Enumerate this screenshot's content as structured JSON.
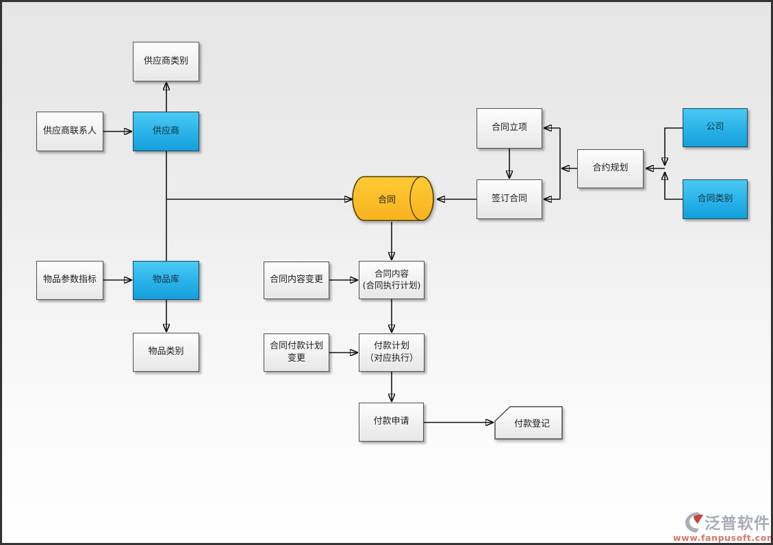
{
  "diagram": {
    "nodes": {
      "supplier_category": {
        "label": "供应商类别",
        "shape": "rect",
        "style": "plain"
      },
      "supplier_contact": {
        "label": "供应商联系人",
        "shape": "rect",
        "style": "plain"
      },
      "supplier": {
        "label": "供应商",
        "shape": "rect",
        "style": "blue"
      },
      "item_params": {
        "label": "物品参数指标",
        "shape": "rect",
        "style": "plain"
      },
      "item_library": {
        "label": "物品库",
        "shape": "rect",
        "style": "blue"
      },
      "item_category": {
        "label": "物品类别",
        "shape": "rect",
        "style": "plain"
      },
      "contract": {
        "label": "合同",
        "shape": "cylinder",
        "style": "datastore"
      },
      "contract_initiation": {
        "label": "合同立项",
        "shape": "rect",
        "style": "plain"
      },
      "contract_signing": {
        "label": "签订合同",
        "shape": "rect",
        "style": "plain"
      },
      "contract_planning": {
        "label": "合约规划",
        "shape": "rect",
        "style": "plain"
      },
      "company": {
        "label": "公司",
        "shape": "rect",
        "style": "blue"
      },
      "contract_category": {
        "label": "合同类别",
        "shape": "rect",
        "style": "blue"
      },
      "contract_content_change": {
        "label": "合同内容变更",
        "shape": "rect",
        "style": "plain"
      },
      "contract_content": {
        "label": "合同内容\n(合同执行计划)",
        "shape": "rect",
        "style": "plain"
      },
      "payment_plan_change": {
        "label": "合同付款计划\n变更",
        "shape": "rect",
        "style": "plain"
      },
      "payment_plan": {
        "label": "付款计划\n（对应执行）",
        "shape": "rect",
        "style": "plain"
      },
      "payment_request": {
        "label": "付款申请",
        "shape": "rect",
        "style": "plain"
      },
      "payment_register": {
        "label": "付款登记",
        "shape": "card",
        "style": "plain"
      }
    },
    "edges": [
      {
        "from": "supplier_contact",
        "to": "supplier",
        "arrow": true
      },
      {
        "from": "supplier",
        "to": "supplier_category",
        "arrow": true
      },
      {
        "from": "supplier",
        "to": "item_library",
        "arrow": false
      },
      {
        "from": "supplier",
        "to": "contract",
        "arrow": true
      },
      {
        "from": "item_params",
        "to": "item_library",
        "arrow": true
      },
      {
        "from": "item_library",
        "to": "item_category",
        "arrow": true
      },
      {
        "from": "contract_signing",
        "to": "contract",
        "arrow": true
      },
      {
        "from": "contract",
        "to": "contract_content",
        "arrow": true
      },
      {
        "from": "contract_content_change",
        "to": "contract_content",
        "arrow": true
      },
      {
        "from": "contract_content",
        "to": "payment_plan",
        "arrow": true
      },
      {
        "from": "payment_plan_change",
        "to": "payment_plan",
        "arrow": true
      },
      {
        "from": "payment_plan",
        "to": "payment_request",
        "arrow": true
      },
      {
        "from": "payment_request",
        "to": "payment_register",
        "arrow": true
      },
      {
        "from": "contract_initiation",
        "to": "contract_signing",
        "arrow": true
      },
      {
        "from": "contract_planning",
        "to": "contract_initiation",
        "arrow": true
      },
      {
        "from": "contract_planning",
        "to": "contract_signing",
        "arrow": true
      },
      {
        "from": "company",
        "to": "contract_planning",
        "arrow": true
      },
      {
        "from": "contract_category",
        "to": "contract_planning",
        "arrow": true
      }
    ]
  },
  "branding": {
    "logo_text": "泛普软件",
    "website": "www.fanpusoft.com"
  },
  "colors": {
    "accent_blue_top": "#4ac9f3",
    "accent_blue_mid": "#29b2e8",
    "accent_blue_bottom": "#149fdb",
    "accent_blue_border": "#16455c",
    "cylinder_yellow": "#ffca35",
    "cylinder_yellow_dark": "#f7b31e",
    "box_face_top": "#fdfdfd",
    "box_face_bottom": "#e7e7e7",
    "box_border": "#4d4d4d",
    "line_color": "#111111",
    "background_top": "#e5e5e5",
    "background_bottom": "#ffffff",
    "frame_border": "#333333",
    "logo_text_color": "#a6acb6",
    "logo_url_color": "#d9746a",
    "logo_red": "#bf4740",
    "logo_gray": "#a8aeb8"
  }
}
